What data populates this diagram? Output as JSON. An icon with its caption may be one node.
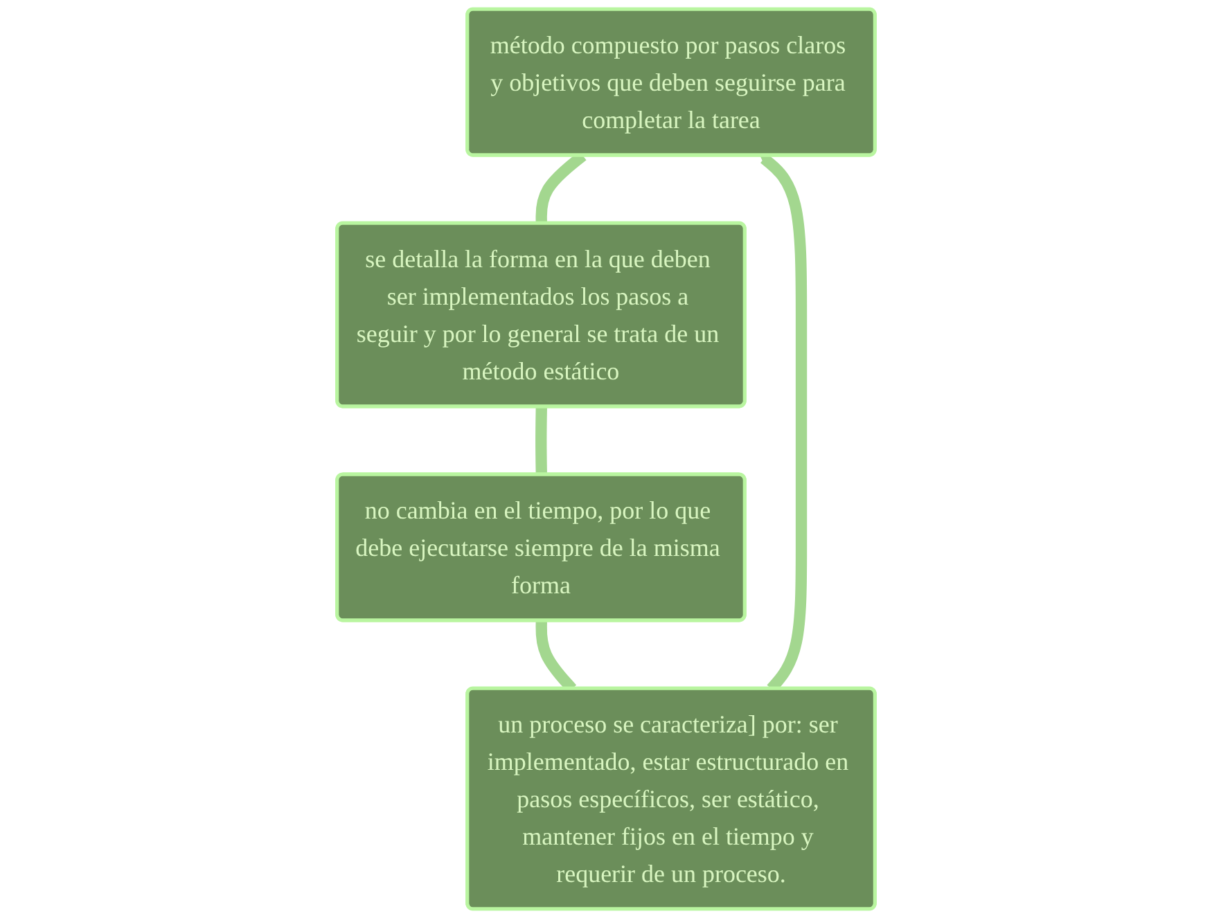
{
  "diagram": {
    "nodes": [
      {
        "text": [
          "método compuesto por pasos claros y objetivos que deben seguirse para completar la tarea"
        ]
      },
      {
        "text": [
          "se detalla la forma en la que deben ser implementados los pasos a seguir y por lo general se trata de un método estático"
        ]
      },
      {
        "text": [
          "no cambia en el tiempo, por lo que debe ejecutarse siempre de la misma forma"
        ]
      },
      {
        "text": [
          "un proceso se caracteriza] por: ser implementado, estar estructurado en pasos específicos, ser estático, mantener fijos en el tiempo y requerir de un proceso."
        ]
      }
    ],
    "edges": [
      {
        "from": 0,
        "to": 1,
        "arrow": "none"
      },
      {
        "from": 1,
        "to": 2,
        "arrow": "none"
      },
      {
        "from": 2,
        "to": 3,
        "arrow": "none"
      },
      {
        "from": 3,
        "to": 0,
        "arrow": "to"
      }
    ]
  }
}
